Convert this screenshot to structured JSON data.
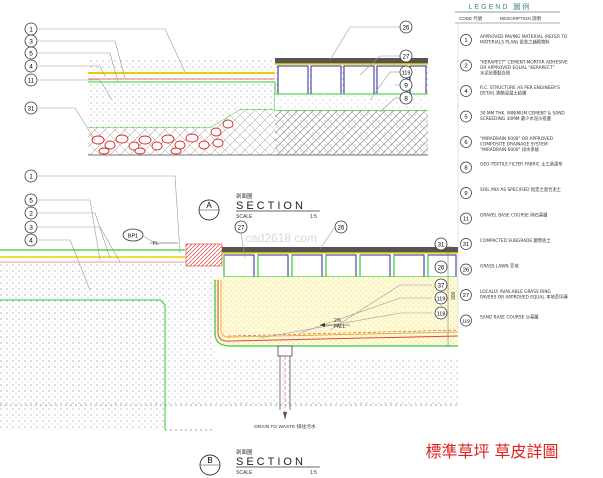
{
  "legend": {
    "title": "LEGEND 圖例",
    "code_header": "CODE 代號",
    "desc_header": "DESCRIPTION 說明",
    "items": [
      {
        "code": "1",
        "text": "APPROVED PAVING MATERIAL (REFER TO MATERIALS PLAN) 批准之鋪砌物料"
      },
      {
        "code": "2",
        "text": "\"KERAPECT\" CEMENT-MORTAR ADHESIVE OR APPROVED EQUAL \"KERAPECT\" 水泥砂漿黏合劑"
      },
      {
        "code": "4",
        "text": "R.C. STRUCTURE AS PER ENGINEER'S DETAIL 鋼筋混凝土結構"
      },
      {
        "code": "5",
        "text": "30 MM THK. MINIMUM CEMENT & SAND SCREEDING 30MM 最少水泥沙批盪"
      },
      {
        "code": "6",
        "text": "\"MIRADRAIN 6000\" OR APPROVED COMPOSITE DRAINAGE SYSTEM \"MIRADRAIN 6000\" 排水系統"
      },
      {
        "code": "8",
        "text": "GEO-TEXTILE FILTER FABRIC 土工過濾布"
      },
      {
        "code": "9",
        "text": "SOIL MIX AS SPECIFIED 指定之混合泥土"
      },
      {
        "code": "11",
        "text": "GRAVEL BASE COURSE 碎石基層"
      },
      {
        "code": "31",
        "text": "COMPACTED SUBGRADE 壓實底土"
      },
      {
        "code": "26",
        "text": "GRASS LAWN 草地"
      },
      {
        "code": "27",
        "text": "LOCALLY AVAILABLE GRASS RING PAVERS OR APPROVED EQUAL 本地草坪磚"
      },
      {
        "code": "119",
        "text": "SAND BASE COURSE 沙基層"
      }
    ]
  },
  "section_a": {
    "marker": "A",
    "chinese": "剖面圖",
    "title": "SECTION",
    "scale_label": "SCALE",
    "scale_value": "1:5",
    "left_tags": [
      "1",
      "3",
      "5",
      "4",
      "11",
      "31"
    ],
    "right_tags": [
      "26",
      "27",
      "119",
      "9",
      "8"
    ]
  },
  "section_b": {
    "marker": "B",
    "chinese": "剖面圖",
    "title": "SECTION",
    "scale_label": "SCALE",
    "scale_value": "1:5",
    "left_tags": [
      "1",
      "5",
      "2",
      "3",
      "4"
    ],
    "bp_tag": "BP1",
    "fl_label": "FL",
    "top_tags": [
      "27",
      "26"
    ],
    "right_tags": [
      "31",
      "26",
      "37",
      "119",
      "118"
    ],
    "dim": "300",
    "fall_label": "2%\nFALL",
    "drain_label": "DRAIN TO WASTE 排往污水"
  },
  "watermark": "cad2618.com",
  "footer_title": "標準草坪  草皮詳圖"
}
